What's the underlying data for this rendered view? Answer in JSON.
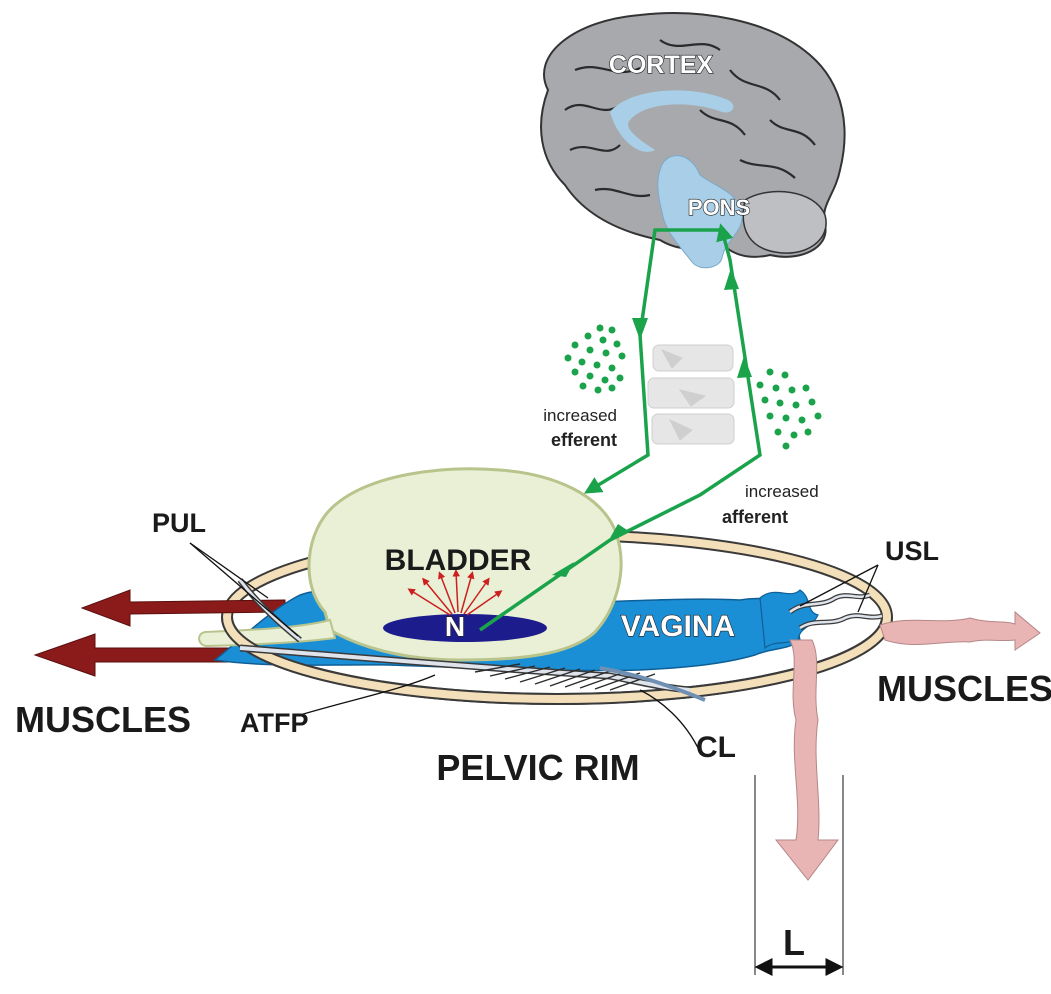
{
  "labels": {
    "cortex": "CORTEX",
    "pons": "PONS",
    "increased_1": "increased",
    "efferent": "efferent",
    "increased_2": "increased",
    "afferent": "afferent",
    "pul": "PUL",
    "bladder": "BLADDER",
    "n": "N",
    "usl": "USL",
    "vagina": "VAGINA",
    "muscles_left": "MUSCLES",
    "muscles_right": "MUSCLES",
    "atfp": "ATFP",
    "cl": "CL",
    "pelvic_rim": "PELVIC RIM",
    "l": "L"
  },
  "colors": {
    "nerve_pathway": "#1aa34a",
    "bladder_fill": "#e9f0d6",
    "vagina_fill": "#1b8fd6",
    "n_ellipse": "#1c1c8c",
    "pelvic_rim": "#f3dfb9",
    "muscles_left": "#8b1a1a",
    "muscles_right": "#e9b4b4",
    "brain": "#a7a9ad",
    "brain_inner": "#a9cfe8"
  }
}
